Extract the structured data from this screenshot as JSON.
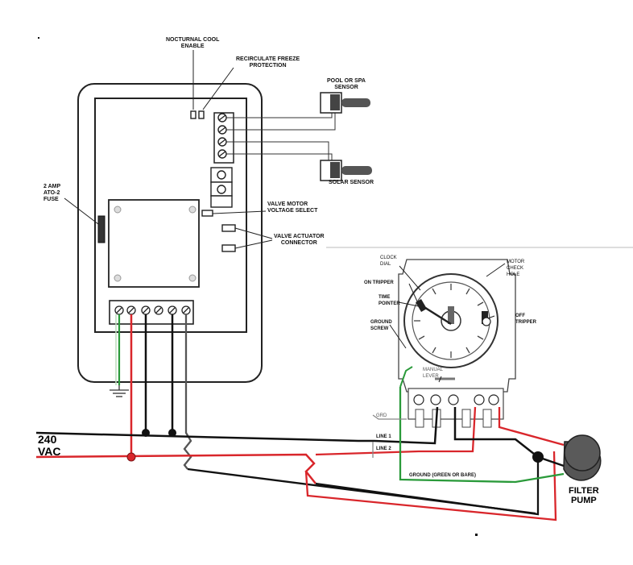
{
  "labels": {
    "nocturnal_cool": [
      "NOCTURNAL COOL",
      "ENABLE"
    ],
    "recirculate_freeze": [
      "RECIRCULATE FREEZE",
      "PROTECTION"
    ],
    "pool_spa_sensor": [
      "POOL OR SPA",
      "SENSOR"
    ],
    "solar_sensor": "SOLAR SENSOR",
    "fuse": [
      "2 AMP",
      "ATO-2",
      "FUSE"
    ],
    "valve_motor_voltage": [
      "VALVE MOTOR",
      "VOLTAGE SELECT"
    ],
    "valve_actuator_connector": [
      "VALVE ACTUATOR",
      "CONNECTOR"
    ],
    "clock_dial": [
      "CLOCK",
      "DIAL"
    ],
    "motor_check_hole": [
      "MOTOR",
      "CHECK",
      "HOLE"
    ],
    "on_tripper": "ON TRIPPER",
    "time_pointer": [
      "TIME",
      "POINTER"
    ],
    "ground_screw": [
      "GROUND",
      "SCREW"
    ],
    "off_tripper": [
      "OFF",
      "TRIPPER"
    ],
    "manual_lever": [
      "MANUAL",
      "LEVER"
    ],
    "grd": "GRD",
    "line1": "LINE 1",
    "line2": "LINE 2",
    "ground_green_bare": "GROUND (GREEN OR BARE)",
    "vac": [
      "240",
      "VAC"
    ],
    "filter_pump": [
      "FILTER",
      "PUMP"
    ]
  },
  "colors": {
    "hot_wire_red": "#d9262b",
    "neutral_wire_black": "#111111",
    "ground_wire_green": "#2a9a3a",
    "wire_gray": "#777777",
    "pump_body": "#555555"
  }
}
